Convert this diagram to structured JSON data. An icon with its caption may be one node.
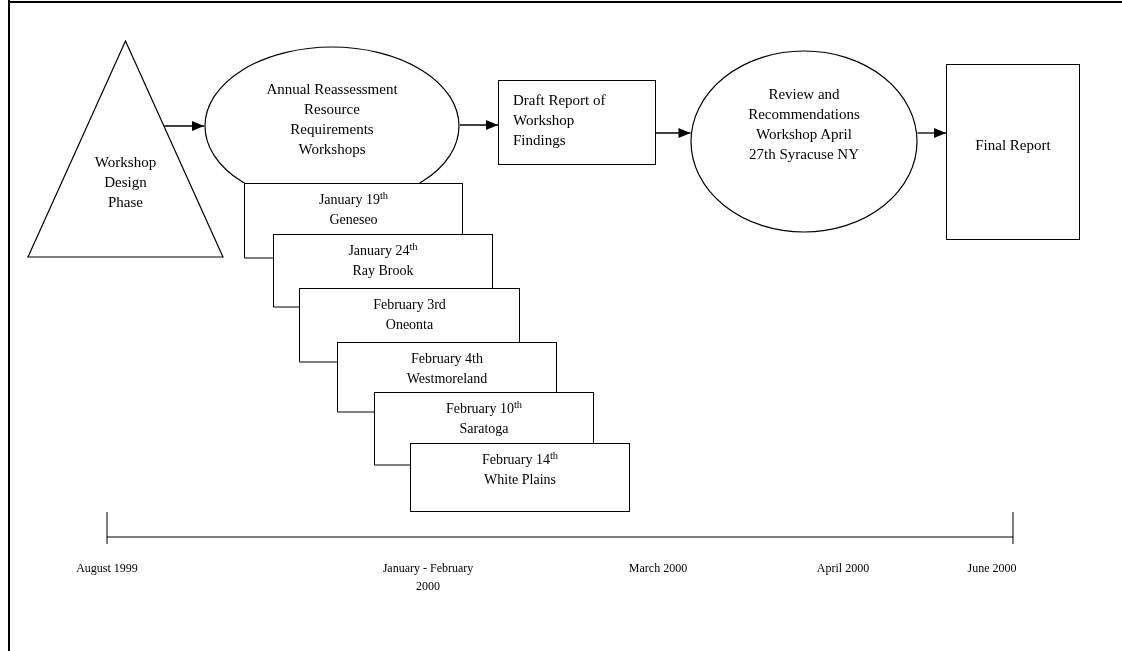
{
  "diagram": {
    "nodes": [
      {
        "text": [
          "Workshop Design Phase"
        ]
      },
      {
        "text": [
          "Annual Reassessment Resource Requirements Workshops"
        ]
      },
      {
        "text": [
          "Draft Report of Workshop Findings"
        ]
      },
      {
        "text": [
          "Review and Recommendations Workshop April 27th Syracuse NY"
        ]
      },
      {
        "text": [
          "Final Report"
        ]
      },
      {
        "text": [
          "January 19$^{th}$",
          "Geneseo"
        ]
      },
      {
        "text": [
          "January 24$^{th}$",
          "Ray Brook"
        ]
      },
      {
        "text": [
          "February 3rd",
          "Oneonta"
        ]
      },
      {
        "text": [
          "February 4th",
          "Westmoreland"
        ]
      },
      {
        "text": [
          "February 10$^{th}$",
          "Saratoga"
        ]
      },
      {
        "text": [
          "February 14$^{th}$",
          "White Plains"
        ]
      }
    ],
    "edges": [
      {
        "from": 0,
        "to": 1,
        "arrow": "to"
      },
      {
        "from": 1,
        "to": 2,
        "arrow": "to"
      },
      {
        "from": 2,
        "to": 3,
        "arrow": "to"
      },
      {
        "from": 3,
        "to": 4,
        "arrow": "to"
      }
    ],
    "labels": [
      "August 1999",
      "January - February 2000",
      "March 2000",
      "April 2000",
      "June 2000"
    ]
  }
}
